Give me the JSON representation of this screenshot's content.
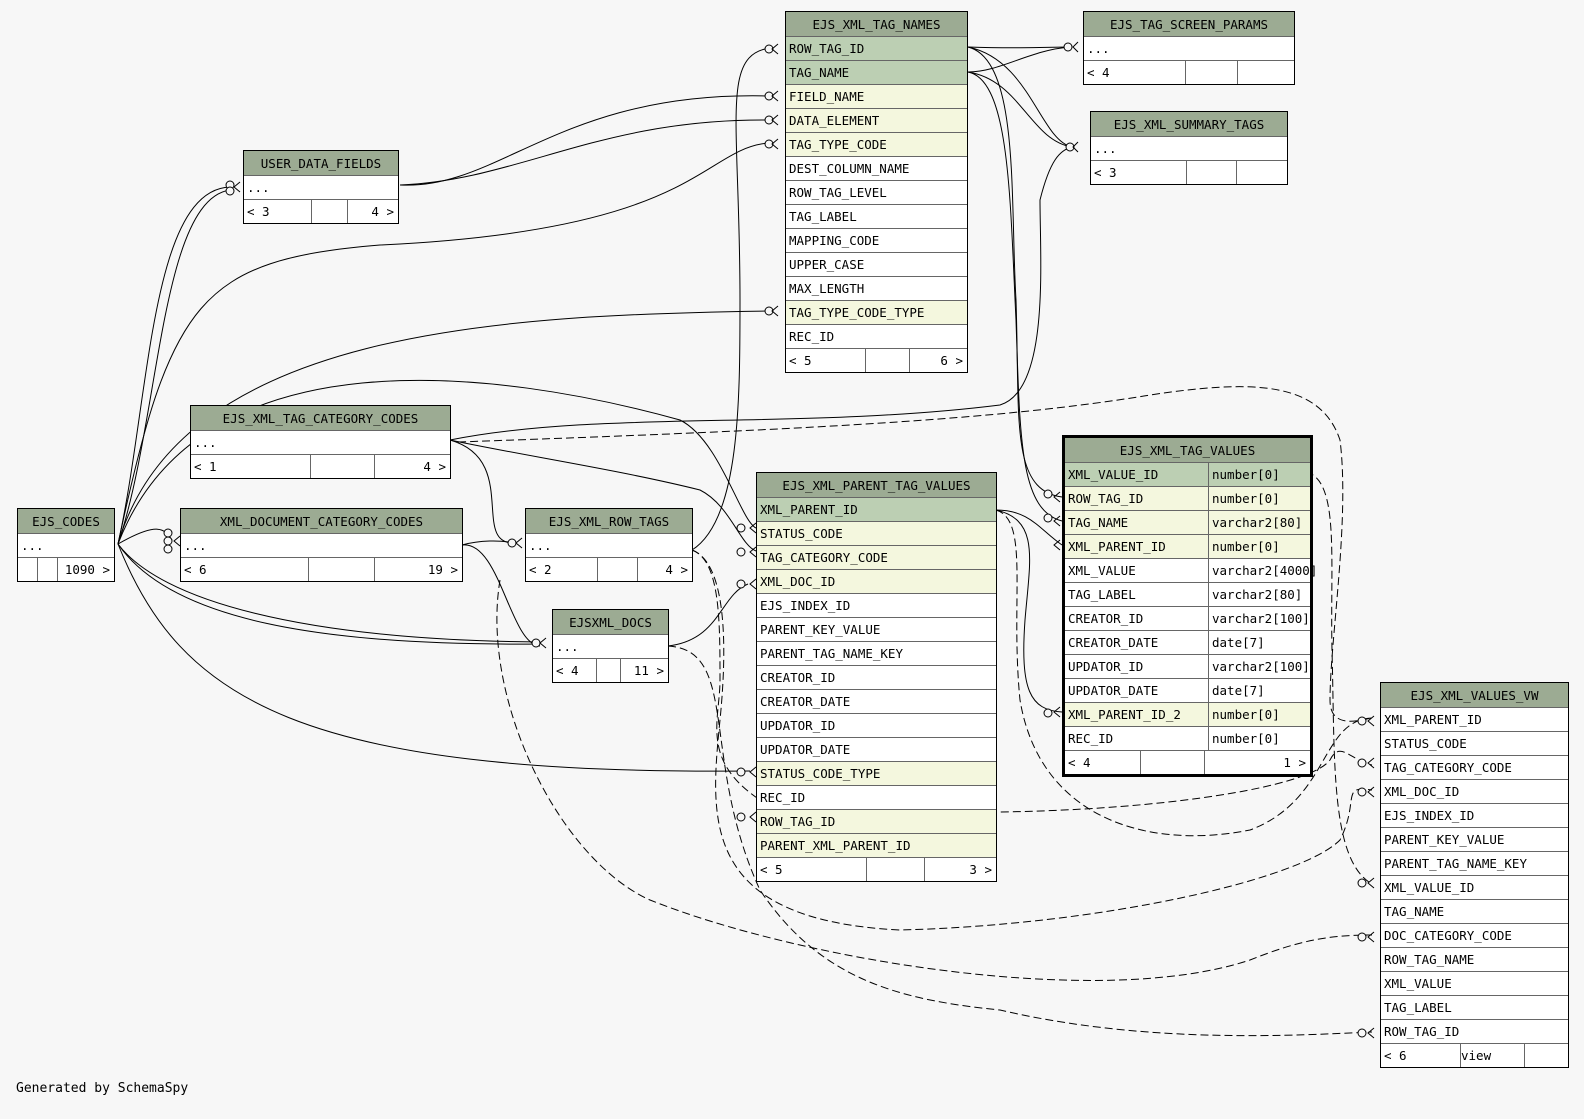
{
  "credit": "Generated by SchemaSpy",
  "colors": {
    "header": "#9cab93",
    "primary_key": "#bccfb3",
    "foreign_key": "#f4f7de",
    "background": "#f7f7f7"
  },
  "tables": [
    {
      "id": "ejs_xml_tag_names",
      "title": "EJS_XML_TAG_NAMES",
      "columns": [
        {
          "name": "ROW_TAG_ID",
          "kind": "pk"
        },
        {
          "name": "TAG_NAME",
          "kind": "pk"
        },
        {
          "name": "FIELD_NAME",
          "kind": "fk"
        },
        {
          "name": "DATA_ELEMENT",
          "kind": "fk"
        },
        {
          "name": "TAG_TYPE_CODE",
          "kind": "fk"
        },
        {
          "name": "DEST_COLUMN_NAME",
          "kind": ""
        },
        {
          "name": "ROW_TAG_LEVEL",
          "kind": ""
        },
        {
          "name": "TAG_LABEL",
          "kind": ""
        },
        {
          "name": "MAPPING_CODE",
          "kind": ""
        },
        {
          "name": "UPPER_CASE",
          "kind": ""
        },
        {
          "name": "MAX_LENGTH",
          "kind": ""
        },
        {
          "name": "TAG_TYPE_CODE_TYPE",
          "kind": "fk"
        },
        {
          "name": "REC_ID",
          "kind": ""
        }
      ],
      "footer": {
        "parents": "< 5",
        "middle": "",
        "children": "6 >"
      }
    },
    {
      "id": "ejs_tag_screen_params",
      "title": "EJS_TAG_SCREEN_PARAMS",
      "columns": [
        {
          "name": "...",
          "kind": ""
        }
      ],
      "footer": {
        "parents": "< 4",
        "middle": "",
        "children": ""
      }
    },
    {
      "id": "ejs_xml_summary_tags",
      "title": "EJS_XML_SUMMARY_TAGS",
      "columns": [
        {
          "name": "...",
          "kind": ""
        }
      ],
      "footer": {
        "parents": "< 3",
        "middle": "",
        "children": ""
      }
    },
    {
      "id": "user_data_fields",
      "title": "USER_DATA_FIELDS",
      "columns": [
        {
          "name": "...",
          "kind": ""
        }
      ],
      "footer": {
        "parents": "< 3",
        "middle": "",
        "children": "4 >"
      }
    },
    {
      "id": "ejs_xml_tag_category_codes",
      "title": "EJS_XML_TAG_CATEGORY_CODES",
      "columns": [
        {
          "name": "...",
          "kind": ""
        }
      ],
      "footer": {
        "parents": "< 1",
        "middle": "",
        "children": "4 >"
      }
    },
    {
      "id": "ejs_codes",
      "title": "EJS_CODES",
      "columns": [
        {
          "name": "...",
          "kind": ""
        }
      ],
      "footer": {
        "parents": "",
        "middle": "",
        "children": "1090 >"
      }
    },
    {
      "id": "xml_document_category_codes",
      "title": "XML_DOCUMENT_CATEGORY_CODES",
      "columns": [
        {
          "name": "...",
          "kind": ""
        }
      ],
      "footer": {
        "parents": "< 6",
        "middle": "",
        "children": "19 >"
      }
    },
    {
      "id": "ejs_xml_row_tags",
      "title": "EJS_XML_ROW_TAGS",
      "columns": [
        {
          "name": "...",
          "kind": ""
        }
      ],
      "footer": {
        "parents": "< 2",
        "middle": "",
        "children": "4 >"
      }
    },
    {
      "id": "ejsxml_docs",
      "title": "EJSXML_DOCS",
      "columns": [
        {
          "name": "...",
          "kind": ""
        }
      ],
      "footer": {
        "parents": "< 4",
        "middle": "",
        "children": "11 >"
      }
    },
    {
      "id": "ejs_xml_parent_tag_values",
      "title": "EJS_XML_PARENT_TAG_VALUES",
      "columns": [
        {
          "name": "XML_PARENT_ID",
          "kind": "pk"
        },
        {
          "name": "STATUS_CODE",
          "kind": "fk"
        },
        {
          "name": "TAG_CATEGORY_CODE",
          "kind": "fk"
        },
        {
          "name": "XML_DOC_ID",
          "kind": "fk"
        },
        {
          "name": "EJS_INDEX_ID",
          "kind": ""
        },
        {
          "name": "PARENT_KEY_VALUE",
          "kind": ""
        },
        {
          "name": "PARENT_TAG_NAME_KEY",
          "kind": ""
        },
        {
          "name": "CREATOR_ID",
          "kind": ""
        },
        {
          "name": "CREATOR_DATE",
          "kind": ""
        },
        {
          "name": "UPDATOR_ID",
          "kind": ""
        },
        {
          "name": "UPDATOR_DATE",
          "kind": ""
        },
        {
          "name": "STATUS_CODE_TYPE",
          "kind": "fk"
        },
        {
          "name": "REC_ID",
          "kind": ""
        },
        {
          "name": "ROW_TAG_ID",
          "kind": "fk"
        },
        {
          "name": "PARENT_XML_PARENT_ID",
          "kind": "fk"
        }
      ],
      "footer": {
        "parents": "< 5",
        "middle": "",
        "children": "3 >"
      }
    },
    {
      "id": "ejs_xml_tag_values",
      "title": "EJS_XML_TAG_VALUES",
      "columns": [
        {
          "name": "XML_VALUE_ID",
          "type": "number[0]",
          "kind": "pk"
        },
        {
          "name": "ROW_TAG_ID",
          "type": "number[0]",
          "kind": "fk"
        },
        {
          "name": "TAG_NAME",
          "type": "varchar2[80]",
          "kind": "fk"
        },
        {
          "name": "XML_PARENT_ID",
          "type": "number[0]",
          "kind": "fk"
        },
        {
          "name": "XML_VALUE",
          "type": "varchar2[4000]",
          "kind": ""
        },
        {
          "name": "TAG_LABEL",
          "type": "varchar2[80]",
          "kind": ""
        },
        {
          "name": "CREATOR_ID",
          "type": "varchar2[100]",
          "kind": ""
        },
        {
          "name": "CREATOR_DATE",
          "type": "date[7]",
          "kind": ""
        },
        {
          "name": "UPDATOR_ID",
          "type": "varchar2[100]",
          "kind": ""
        },
        {
          "name": "UPDATOR_DATE",
          "type": "date[7]",
          "kind": ""
        },
        {
          "name": "XML_PARENT_ID_2",
          "type": "number[0]",
          "kind": "fk"
        },
        {
          "name": "REC_ID",
          "type": "number[0]",
          "kind": ""
        }
      ],
      "footer": {
        "parents": "< 4",
        "middle": "",
        "children": "1 >"
      }
    },
    {
      "id": "ejs_xml_values_vw",
      "title": "EJS_XML_VALUES_VW",
      "columns": [
        {
          "name": "XML_PARENT_ID",
          "kind": ""
        },
        {
          "name": "STATUS_CODE",
          "kind": ""
        },
        {
          "name": "TAG_CATEGORY_CODE",
          "kind": ""
        },
        {
          "name": "XML_DOC_ID",
          "kind": ""
        },
        {
          "name": "EJS_INDEX_ID",
          "kind": ""
        },
        {
          "name": "PARENT_KEY_VALUE",
          "kind": ""
        },
        {
          "name": "PARENT_TAG_NAME_KEY",
          "kind": ""
        },
        {
          "name": "XML_VALUE_ID",
          "kind": ""
        },
        {
          "name": "TAG_NAME",
          "kind": ""
        },
        {
          "name": "DOC_CATEGORY_CODE",
          "kind": ""
        },
        {
          "name": "ROW_TAG_NAME",
          "kind": ""
        },
        {
          "name": "XML_VALUE",
          "kind": ""
        },
        {
          "name": "TAG_LABEL",
          "kind": ""
        },
        {
          "name": "ROW_TAG_ID",
          "kind": ""
        }
      ],
      "footer": {
        "parents": "< 6",
        "middle": "view",
        "children": ""
      }
    }
  ]
}
